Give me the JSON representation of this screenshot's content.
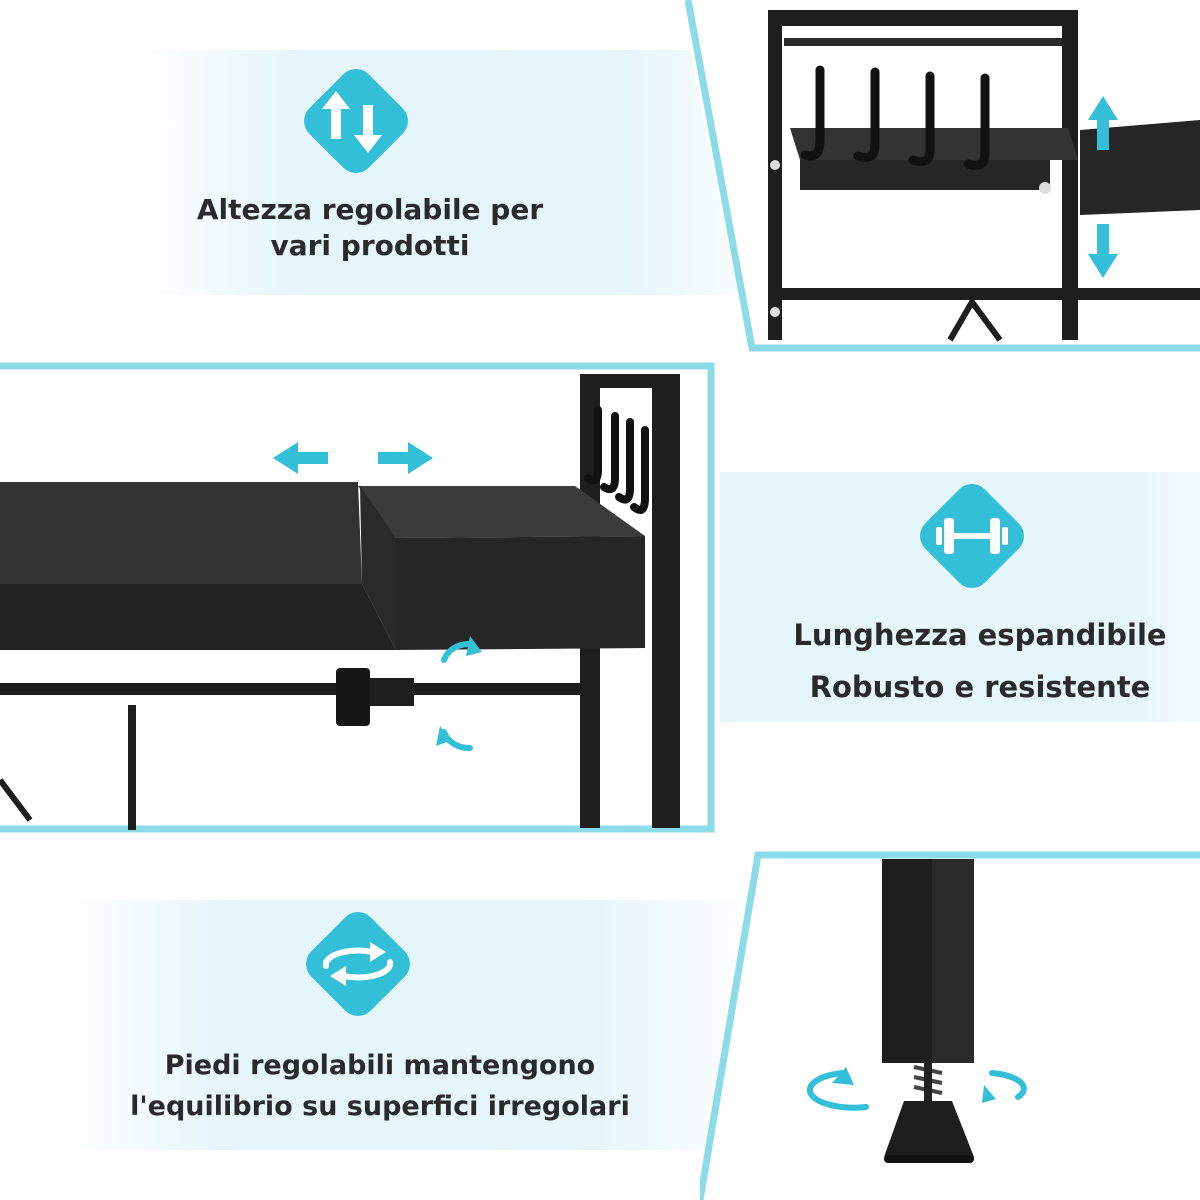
{
  "colors": {
    "accent": "#33bfd8",
    "band": "#e4f5fb",
    "frame": "#1e1e1e",
    "text": "#2a2a2a"
  },
  "features": [
    {
      "icon": "vertical-arrows-icon",
      "lines": [
        "Altezza regolabile per",
        "vari prodotti"
      ]
    },
    {
      "icon": "dumbbell-icon",
      "lines": [
        "Lunghezza espandibile",
        "Robusto e resistente"
      ]
    },
    {
      "icon": "rotate-arrows-icon",
      "lines": [
        "Piedi regolabili mantengono",
        "l'equilibrio su superfici irregolari"
      ]
    }
  ]
}
